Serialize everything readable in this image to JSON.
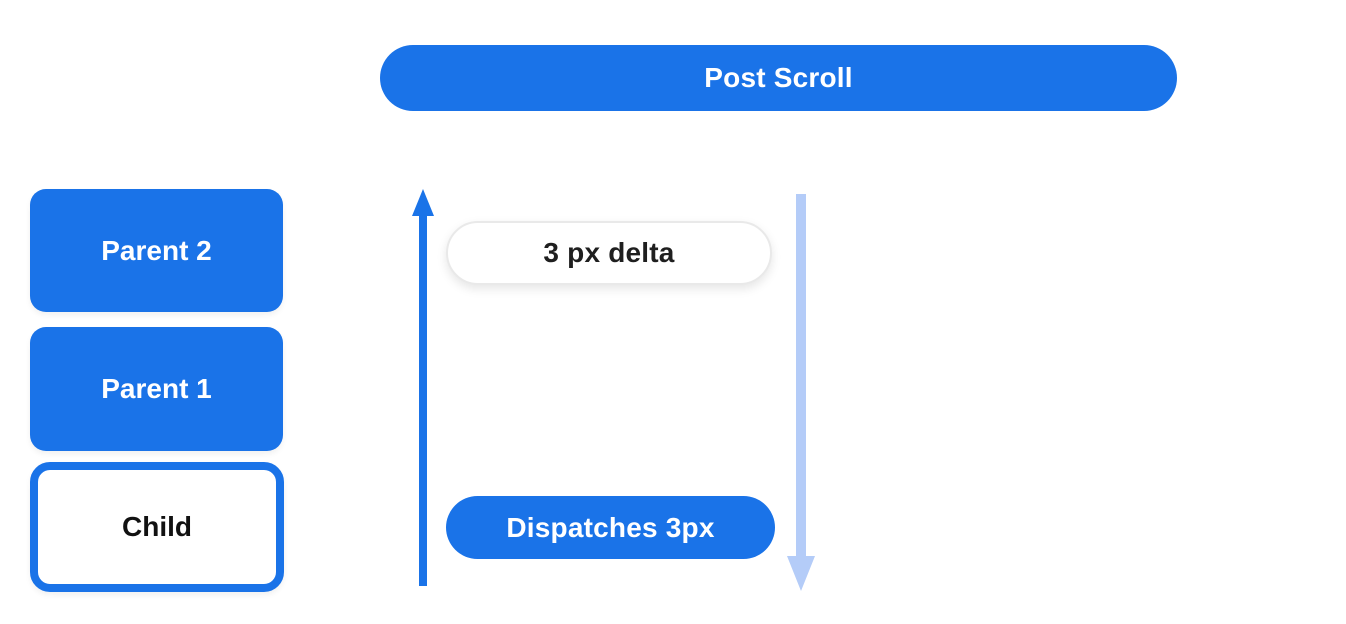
{
  "header": {
    "post_scroll_label": "Post Scroll"
  },
  "stack": {
    "items": [
      {
        "id": "parent-2",
        "label": "Parent 2",
        "variant": "filled"
      },
      {
        "id": "parent-1",
        "label": "Parent 1",
        "variant": "filled"
      },
      {
        "id": "child",
        "label": "Child",
        "variant": "outlined"
      }
    ]
  },
  "flow": {
    "delta_label": "3 px delta",
    "dispatch_label": "Dispatches 3px",
    "up_arrow_icon": "up-arrow-icon",
    "down_arrow_icon": "down-arrow-icon"
  },
  "colors": {
    "primary_blue": "#1a73e8",
    "light_blue": "#b4ccf8",
    "text_dark": "#1f1f1f",
    "pill_border": "#e9e9e9",
    "background": "#ffffff"
  }
}
